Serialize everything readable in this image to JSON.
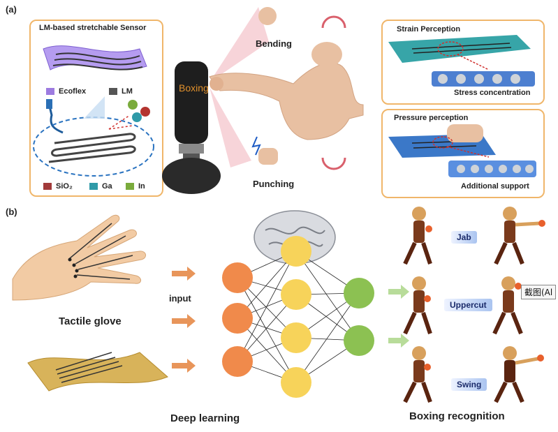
{
  "panel_a": {
    "label": "(a)",
    "sensor_box": {
      "title": "LM-based stretchable Sensor",
      "legend_ecoflex": "Ecoflex",
      "legend_lm": "LM",
      "legend_sio2": "SiO₂",
      "legend_ga": "Ga",
      "legend_in": "In"
    },
    "center": {
      "boxing_text": "Boxing",
      "bending": "Bending",
      "punching": "Punching"
    },
    "strain_box": {
      "title": "Strain Perception",
      "caption": "Stress concentration"
    },
    "pressure_box": {
      "title": "Pressure perception",
      "caption": "Additional support"
    }
  },
  "panel_b": {
    "label": "(b)",
    "tactile_glove": "Tactile glove",
    "input": "input",
    "deep_learning": "Deep learning",
    "boxing_recognition": "Boxing recognition",
    "moves": [
      "Jab",
      "Uppercut",
      "Swing"
    ]
  },
  "overlay": {
    "tooltip": "截图(Al"
  },
  "colors": {
    "panel_border": "#f0b66a",
    "input_node": "#f08a4b",
    "hidden_node": "#f7d35a",
    "output_node": "#8cc152",
    "ecoflex": "#9d7be0",
    "lm": "#555555",
    "sio2": "#a23a3a",
    "ga": "#2f9aa8",
    "in": "#7aab3c"
  }
}
